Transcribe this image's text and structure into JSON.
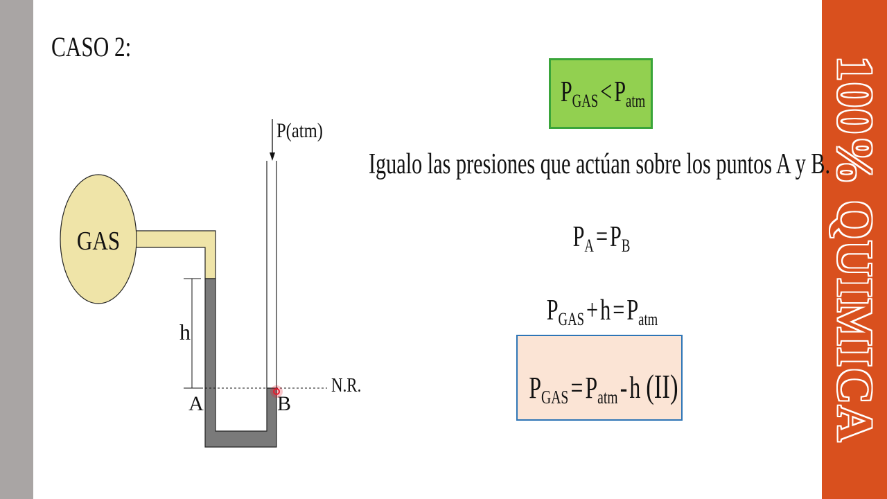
{
  "slide": {
    "title": "CASO 2:",
    "brand": "100% QUIMICA"
  },
  "diagram": {
    "gas_label": "GAS",
    "patm_label": "P(atm)",
    "h_label": "h",
    "point_a": "A",
    "point_b": "B",
    "reference_label": "N.R."
  },
  "equations": {
    "condition": {
      "p": "P",
      "sub1": "GAS",
      "op": "<",
      "p2": "P",
      "sub2": "atm"
    },
    "statement": "Igualo las presiones que actúan sobre los puntos A y B.",
    "balance": {
      "p": "P",
      "sub1": "A",
      "op": "=",
      "p2": "P",
      "sub2": "B"
    },
    "expanded": {
      "p": "P",
      "sub1": "GAS",
      "op1": "+",
      "h": "h",
      "op2": "=",
      "p2": "P",
      "sub2": "atm"
    },
    "result": {
      "p": "P",
      "sub1": "GAS",
      "op1": "=",
      "p2": "P",
      "sub2": "atm",
      "op2": "-",
      "h": "h",
      "tag": "(II)"
    }
  },
  "colors": {
    "accent_orange": "#d9501e",
    "side_gray": "#a9a5a4",
    "gas_fill": "#efe4a8",
    "fluid_gray": "#7a7a7a",
    "green_box": "#92d050",
    "pink_box": "#fbe4d5",
    "pink_border": "#2e75b6",
    "laser_dot": "#e8192c"
  }
}
